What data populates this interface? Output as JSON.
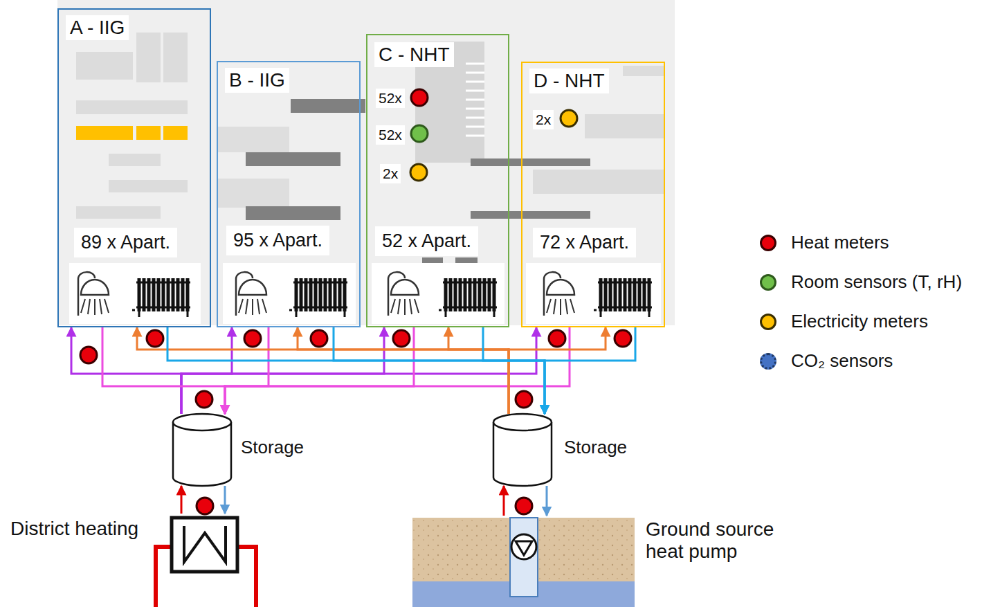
{
  "diagram": {
    "nodes": [
      {
        "text": [
          "A - IIG",
          "89 x Apart."
        ]
      },
      {
        "text": [
          "B - IIG",
          "95 x Apart."
        ]
      },
      {
        "text": [
          "C - NHT",
          "52x",
          "52x",
          "2x",
          "52 x Apart."
        ]
      },
      {
        "text": [
          "D - NHT",
          "2x",
          "72 x Apart."
        ]
      },
      {
        "text": [
          "Storage"
        ]
      },
      {
        "text": [
          "Storage"
        ]
      },
      {
        "text": [
          "District heating"
        ]
      },
      {
        "text": [
          "Ground source heat pump"
        ]
      }
    ],
    "edges": [
      {
        "from": 6,
        "to": 4,
        "arrow": "to"
      },
      {
        "from": 4,
        "to": 6,
        "arrow": "to"
      },
      {
        "from": 7,
        "to": 5,
        "arrow": "to"
      },
      {
        "from": 5,
        "to": 7,
        "arrow": "to"
      },
      {
        "from": 4,
        "to": 0,
        "arrow": "to"
      },
      {
        "from": 4,
        "to": 1,
        "arrow": "to"
      },
      {
        "from": 4,
        "to": 2,
        "arrow": "to"
      },
      {
        "from": 4,
        "to": 3,
        "arrow": "to"
      },
      {
        "from": 0,
        "to": 4,
        "arrow": "to"
      },
      {
        "from": 1,
        "to": 4,
        "arrow": "to"
      },
      {
        "from": 2,
        "to": 4,
        "arrow": "to"
      },
      {
        "from": 3,
        "to": 4,
        "arrow": "to"
      },
      {
        "from": 5,
        "to": 0,
        "arrow": "to"
      },
      {
        "from": 5,
        "to": 1,
        "arrow": "to"
      },
      {
        "from": 5,
        "to": 2,
        "arrow": "to"
      },
      {
        "from": 5,
        "to": 3,
        "arrow": "to"
      },
      {
        "from": 0,
        "to": 5,
        "arrow": "to"
      },
      {
        "from": 1,
        "to": 5,
        "arrow": "to"
      },
      {
        "from": 2,
        "to": 5,
        "arrow": "to"
      },
      {
        "from": 3,
        "to": 5,
        "arrow": "to"
      }
    ],
    "legend": [
      {
        "text": "Heat meters",
        "color": "#e8000b"
      },
      {
        "text": "Room sensors (T, rH)",
        "color": "#70c04a"
      },
      {
        "text": "Electricity meters",
        "color": "#ffc000"
      },
      {
        "text": "CO₂ sensors",
        "color": "#4472c4"
      }
    ]
  }
}
